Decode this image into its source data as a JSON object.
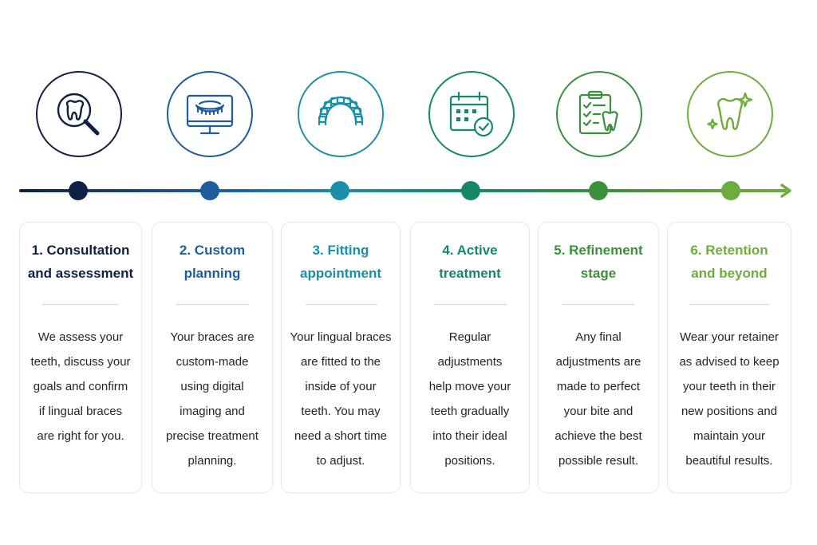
{
  "colors": {
    "step_1": "#0f2143",
    "step_2": "#1d5d9e",
    "step_3": "#1a8fa8",
    "step_4": "#15876b",
    "step_5": "#3c8f3a",
    "step_6": "#6fac3e",
    "card_text": "#1f2226",
    "divider": "#d3d7dd"
  },
  "steps": [
    {
      "title_line1": "1. Consultation",
      "title_line2": "and assessment",
      "icon": "tooth-magnifier-icon",
      "body": [
        "We assess your",
        "teeth, discuss your",
        "goals and confirm",
        "if lingual braces",
        "are right for you."
      ]
    },
    {
      "title_line1": "2. Custom",
      "title_line2": "planning",
      "icon": "monitor-scan-icon",
      "body": [
        "Your braces are",
        "custom-made",
        "using digital",
        "imaging and",
        "precise treatment",
        "planning."
      ]
    },
    {
      "title_line1": "3. Fitting",
      "title_line2": "appointment",
      "icon": "braces-arch-icon",
      "body": [
        "Your lingual braces",
        "are fitted to the",
        "inside of your",
        "teeth. You may",
        "need a short time",
        "to adjust."
      ]
    },
    {
      "title_line1": "4. Active",
      "title_line2": "treatment",
      "icon": "calendar-check-icon",
      "body": [
        "Regular",
        "adjustments",
        "help move your",
        "teeth gradually",
        "into their ideal",
        "positions."
      ]
    },
    {
      "title_line1": "5. Refinement",
      "title_line2": "stage",
      "icon": "checklist-tooth-icon",
      "body": [
        "Any final",
        "adjustments are",
        "made to perfect",
        "your bite and",
        "achieve the best",
        "possible result."
      ]
    },
    {
      "title_line1": "6. Retention",
      "title_line2": "and beyond",
      "icon": "sparkling-tooth-icon",
      "body": [
        "Wear your retainer",
        "as advised to keep",
        "your teeth in their",
        "new positions and",
        "maintain your",
        "beautiful results."
      ]
    }
  ]
}
